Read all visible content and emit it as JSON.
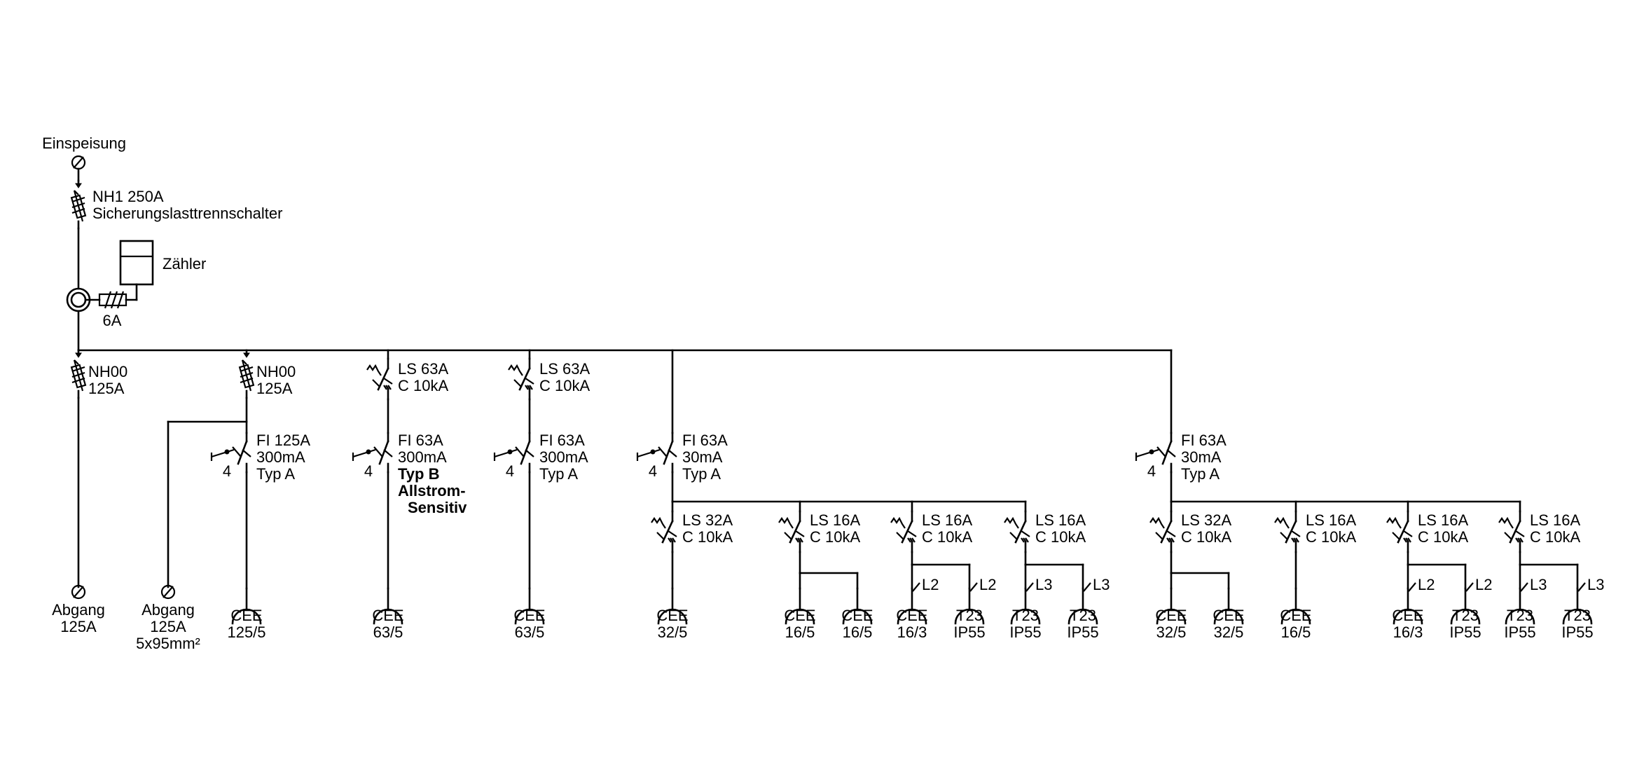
{
  "feed": {
    "label": "Einspeisung",
    "fuse_lines": [
      "NH1 250A",
      "Sicherungslasttrennschalter"
    ],
    "meter_label": "Zähler",
    "meter_fuse_label": "6A"
  },
  "branches": [
    {
      "device": [
        "NH00",
        "125A"
      ],
      "outlet": [
        "Abgang",
        "125A"
      ]
    },
    {
      "device": [
        "NH00",
        "125A"
      ],
      "rcd": [
        "FI 125A",
        "300mA",
        "Typ A"
      ],
      "rcd_poles": "4",
      "tap_outlet": [
        "Abgang",
        "125A",
        "5x95mm²"
      ],
      "outlet": [
        "CEE",
        "125/5"
      ]
    },
    {
      "device": [
        "LS 63A",
        "C 10kA"
      ],
      "rcd": [
        "FI 63A",
        "300mA"
      ],
      "rcd_bold": [
        "Typ B",
        "Allstrom-",
        "Sensitiv"
      ],
      "rcd_poles": "4",
      "outlet": [
        "CEE",
        "63/5"
      ]
    },
    {
      "device": [
        "LS 63A",
        "C 10kA"
      ],
      "rcd": [
        "FI 63A",
        "300mA",
        "Typ A"
      ],
      "rcd_poles": "4",
      "outlet": [
        "CEE",
        "63/5"
      ]
    }
  ],
  "groups": [
    {
      "rcd": [
        "FI 63A",
        "30mA",
        "Typ A"
      ],
      "rcd_poles": "4",
      "circuits": [
        {
          "breaker": [
            "LS 32A",
            "C 10kA"
          ],
          "outlets": [
            {
              "label": [
                "CEE",
                "32/5"
              ]
            }
          ]
        },
        {
          "breaker": [
            "LS 16A",
            "C 10kA"
          ],
          "outlets": [
            {
              "label": [
                "CEE",
                "16/5"
              ]
            },
            {
              "label": [
                "CEE",
                "16/5"
              ]
            }
          ]
        },
        {
          "breaker": [
            "LS 16A",
            "C 10kA"
          ],
          "outlets": [
            {
              "label": [
                "CEE",
                "16/3"
              ],
              "phase": "L2"
            },
            {
              "label": [
                "T23",
                "IP55"
              ],
              "phase": "L2"
            }
          ]
        },
        {
          "breaker": [
            "LS 16A",
            "C 10kA"
          ],
          "outlets": [
            {
              "label": [
                "T23",
                "IP55"
              ],
              "phase": "L3"
            },
            {
              "label": [
                "T23",
                "IP55"
              ],
              "phase": "L3"
            }
          ]
        }
      ]
    },
    {
      "rcd": [
        "FI 63A",
        "30mA",
        "Typ A"
      ],
      "rcd_poles": "4",
      "circuits": [
        {
          "breaker": [
            "LS 32A",
            "C 10kA"
          ],
          "outlets": [
            {
              "label": [
                "CEE",
                "32/5"
              ]
            },
            {
              "label": [
                "CEE",
                "32/5"
              ]
            }
          ]
        },
        {
          "breaker": [
            "LS 16A",
            "C 10kA"
          ],
          "outlets": [
            {
              "label": [
                "CEE",
                "16/5"
              ]
            }
          ]
        },
        {
          "breaker": [
            "LS 16A",
            "C 10kA"
          ],
          "outlets": [
            {
              "label": [
                "CEE",
                "16/3"
              ],
              "phase": "L2"
            },
            {
              "label": [
                "T23",
                "IP55"
              ],
              "phase": "L2"
            }
          ]
        },
        {
          "breaker": [
            "LS 16A",
            "C 10kA"
          ],
          "outlets": [
            {
              "label": [
                "T23",
                "IP55"
              ],
              "phase": "L3"
            },
            {
              "label": [
                "T23",
                "IP55"
              ],
              "phase": "L3"
            }
          ]
        }
      ]
    }
  ]
}
